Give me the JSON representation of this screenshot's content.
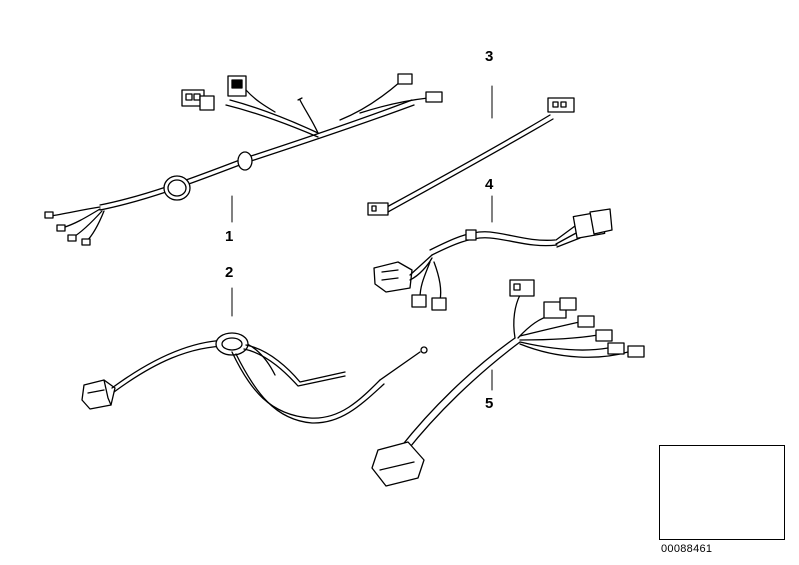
{
  "callouts": {
    "c1": "1",
    "c2": "2",
    "c3": "3",
    "c4": "4",
    "c5": "5"
  },
  "reference_number": "00088461"
}
